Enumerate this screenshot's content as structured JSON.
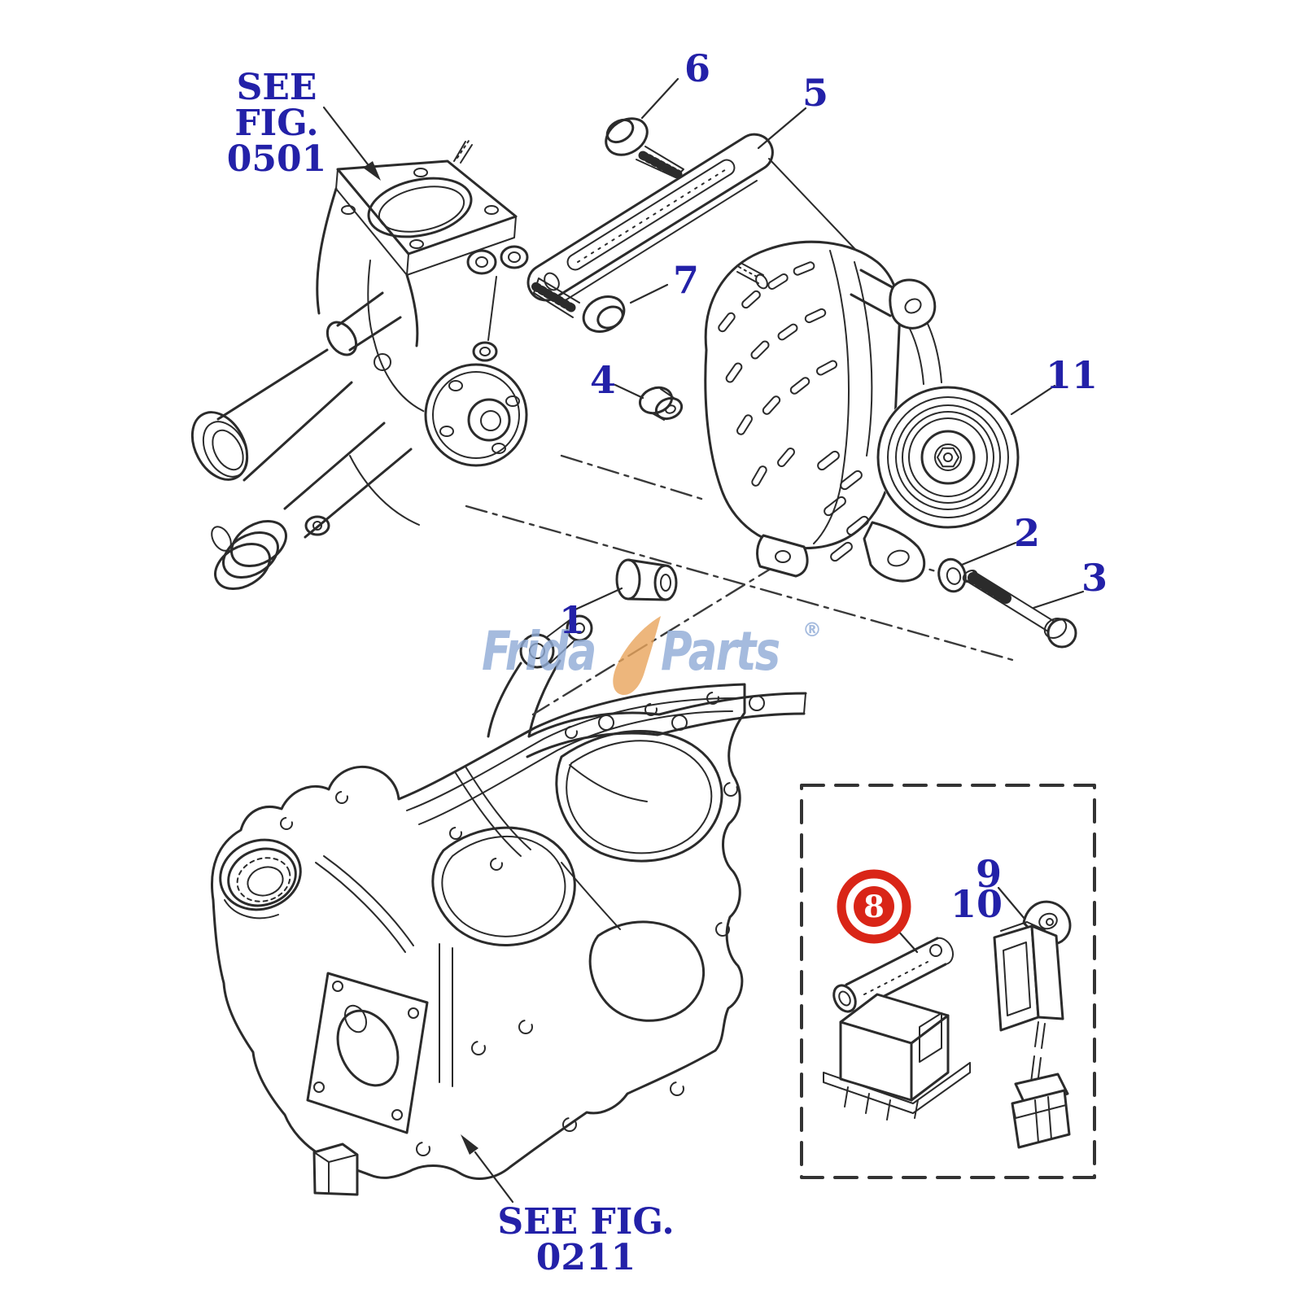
{
  "figure_type": "exploded-parts-diagram",
  "labels": {
    "p1": "1",
    "p2": "2",
    "p3": "3",
    "p4": "4",
    "p5": "5",
    "p6": "6",
    "p7": "7",
    "p8": "8",
    "p9": "9",
    "p10": "10",
    "p11": "11"
  },
  "notes": {
    "fig0501": {
      "l1": "SEE",
      "l2": "FIG.",
      "l3": "0501"
    },
    "fig0211": {
      "l1": "SEE FIG.",
      "l2": "0211"
    }
  },
  "watermark": {
    "left": "Frida",
    "right": "Parts",
    "reg": "®"
  },
  "highlight": {
    "number": "8"
  },
  "colors": {
    "label_blue": "#2321a8",
    "highlight_red": "#d92517",
    "line": "#2b2b2b",
    "watermark_blue": "#8fabd6",
    "watermark_orange": "#e9a55c",
    "background": "#ffffff"
  }
}
